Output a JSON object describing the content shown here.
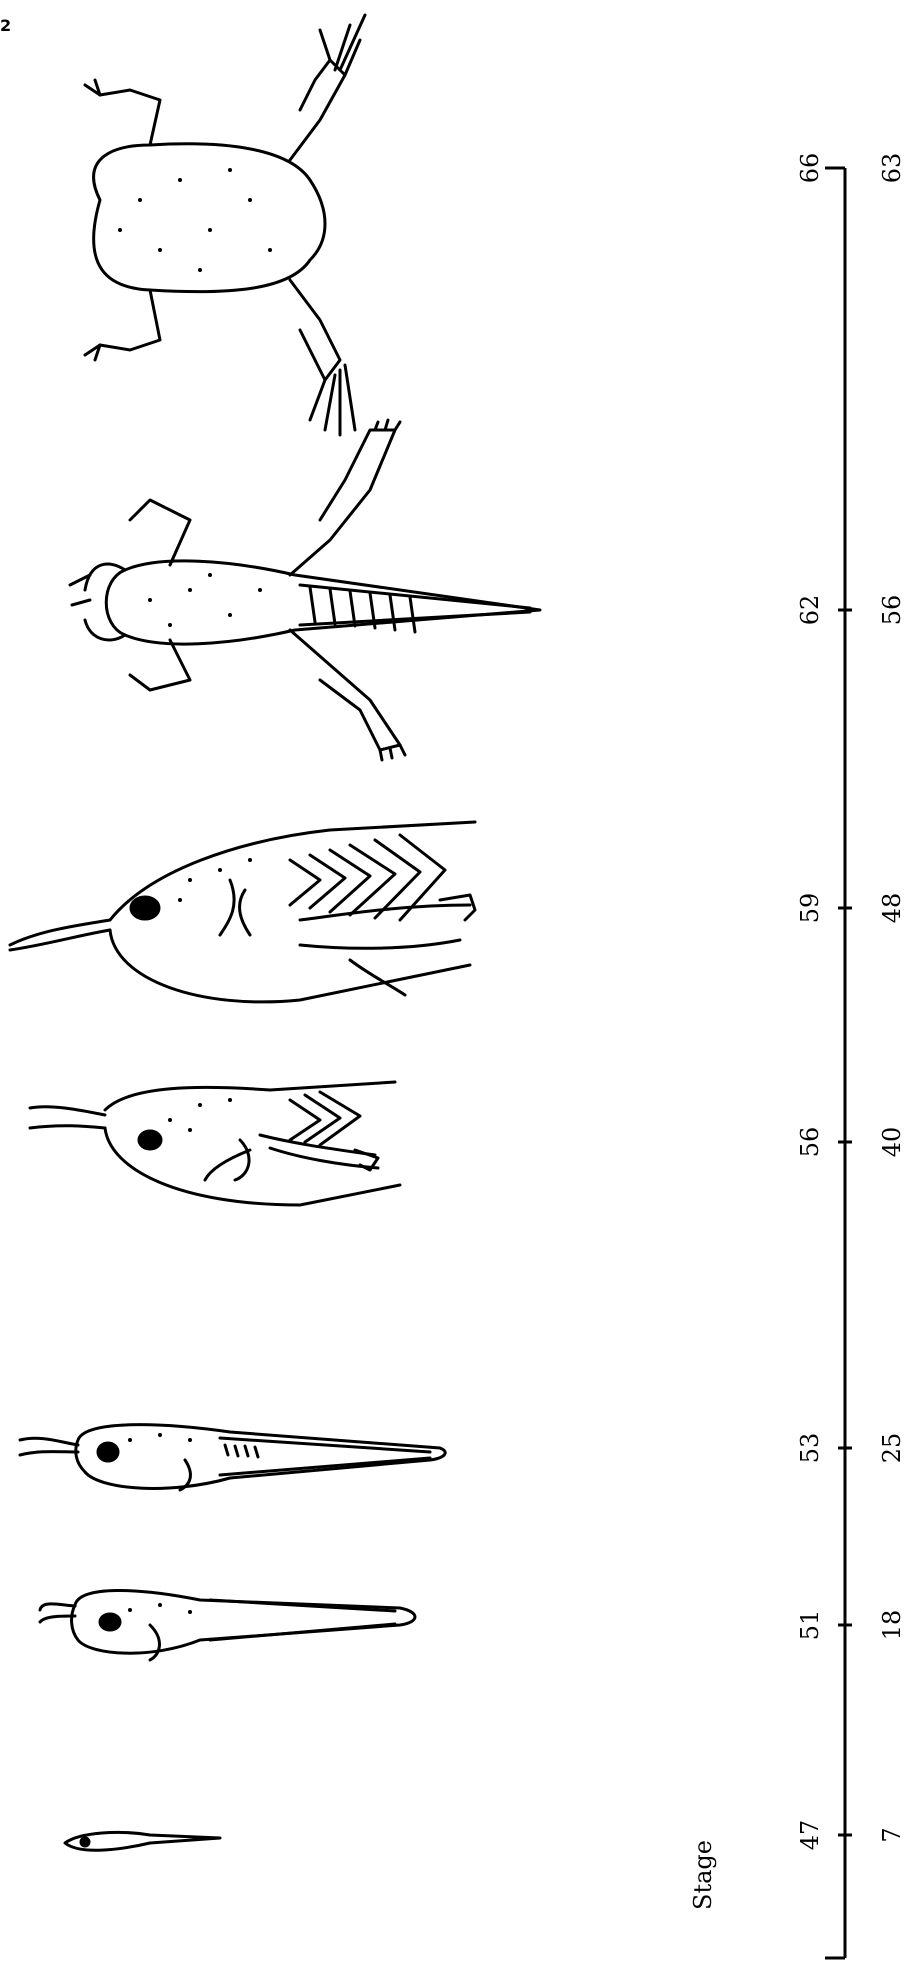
{
  "corner_label": "2",
  "axis": {
    "stage_label": "Stage",
    "stages": [
      "47",
      "51",
      "53",
      "56",
      "59",
      "62",
      "66"
    ],
    "days": [
      "7",
      "18",
      "25",
      "40",
      "48",
      "56",
      "63"
    ]
  },
  "specimens": [
    {
      "name": "stage-47-tadpole"
    },
    {
      "name": "stage-51-tadpole"
    },
    {
      "name": "stage-53-tadpole"
    },
    {
      "name": "stage-56-tadpole"
    },
    {
      "name": "stage-59-tadpole"
    },
    {
      "name": "stage-62-froglet"
    },
    {
      "name": "stage-66-frog"
    }
  ]
}
